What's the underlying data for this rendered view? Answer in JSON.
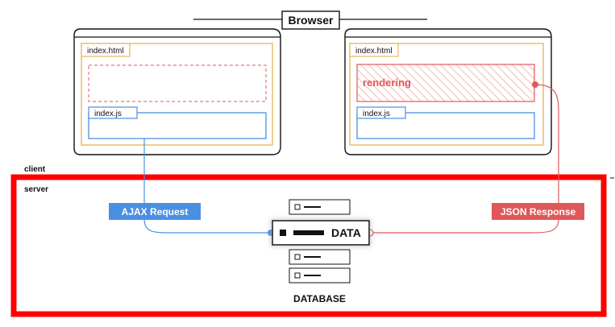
{
  "browser": {
    "title": "Browser"
  },
  "left_window": {
    "file_label": "index.html",
    "script_label": "index.js"
  },
  "right_window": {
    "file_label": "index.html",
    "rendering_label": "rendering",
    "script_label": "index.js"
  },
  "zones": {
    "client_label": "client",
    "server_label": "server"
  },
  "ajax_request": {
    "label": "AJAX Request"
  },
  "json_response": {
    "label": "JSON Response"
  },
  "database": {
    "data_label": "DATA",
    "label": "DATABASE"
  },
  "colors": {
    "server_border": "#ff0000",
    "ajax": "#4a90e2",
    "json": "#e0585a",
    "html_frame": "#e8b25a",
    "js_frame": "#4a90e2",
    "rendering": "#e0585a",
    "text": "#111111"
  }
}
